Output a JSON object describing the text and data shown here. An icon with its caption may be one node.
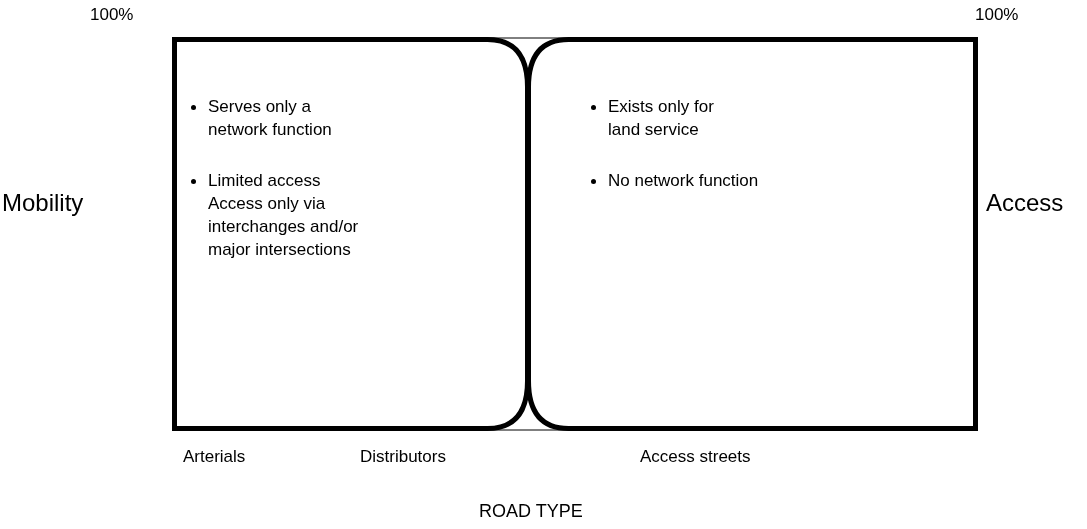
{
  "diagram": {
    "title": "ROAD TYPE",
    "nodes": [
      {
        "text": [
          "Serves only a network function",
          "Limited access Access only via interchanges and/or major intersections"
        ]
      },
      {
        "text": [
          "Exists only for land service",
          "No network function"
        ]
      }
    ],
    "labels": [
      "100%",
      "100%",
      "Mobility",
      "Access",
      "Arterials",
      "Distributors",
      "Access streets"
    ]
  }
}
